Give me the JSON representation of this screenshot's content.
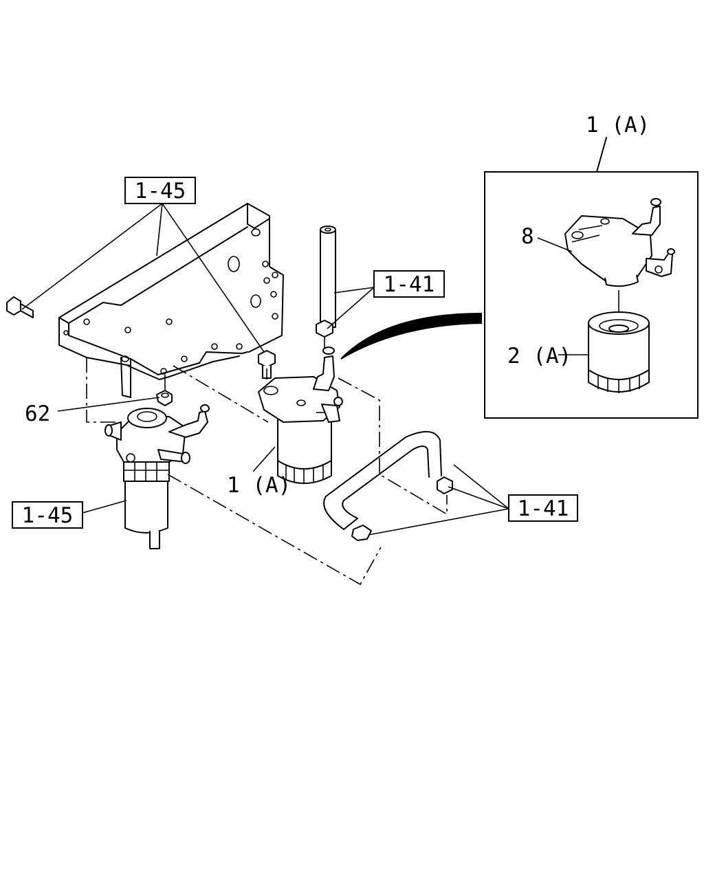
{
  "callouts": {
    "ref_bracket_top": "1-45",
    "ref_bracket_left": "1-45",
    "ref_hose_top": "1-41",
    "ref_hose_right": "1-41",
    "part_62": "62",
    "part_1a_main": "1 (A)",
    "inset_title": "1 (A)",
    "part_8": "8",
    "part_2a": "2 (A)"
  }
}
